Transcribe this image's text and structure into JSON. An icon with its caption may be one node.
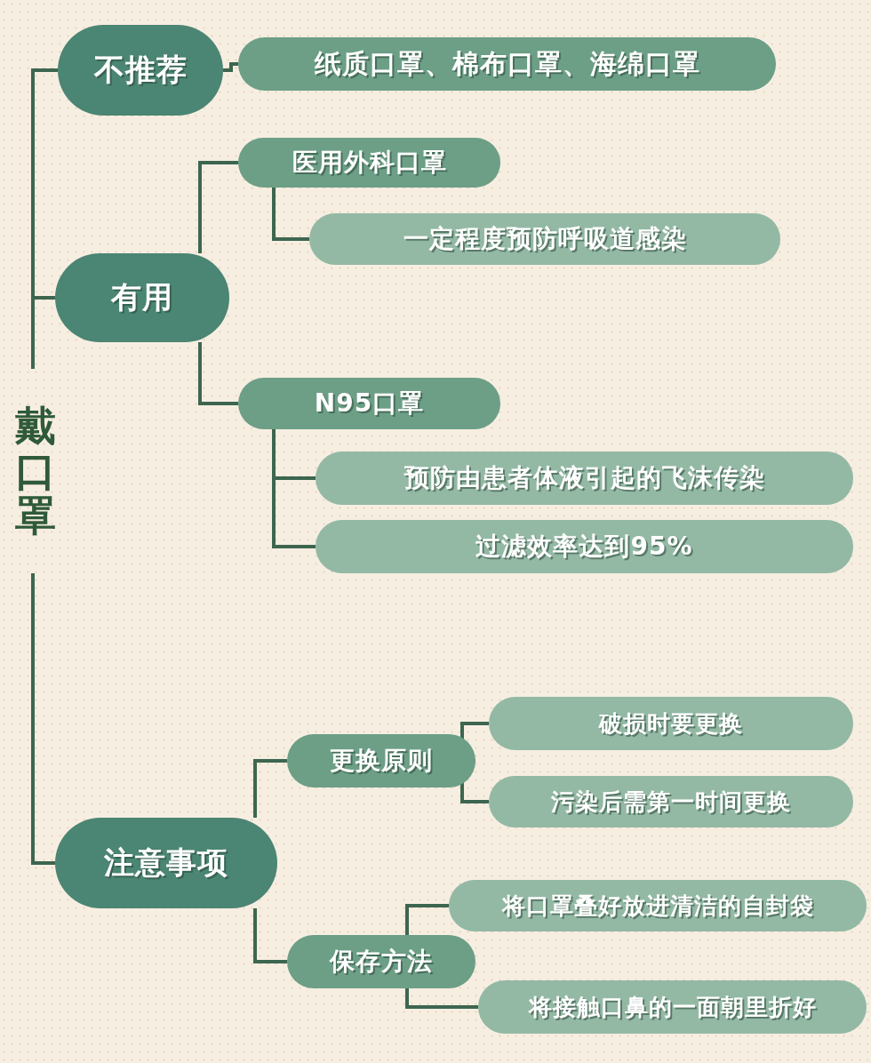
{
  "diagram": {
    "nodes": [
      {
        "text": [
          "戴口罩"
        ]
      },
      {
        "text": [
          "不推荐"
        ]
      },
      {
        "text": [
          "纸质口罩、棉布口罩、海绵口罩"
        ]
      },
      {
        "text": [
          "有用"
        ]
      },
      {
        "text": [
          "医用外科口罩"
        ]
      },
      {
        "text": [
          "一定程度预防呼吸道感染"
        ]
      },
      {
        "text": [
          "N95口罩"
        ]
      },
      {
        "text": [
          "预防由患者体液引起的飞沫传染"
        ]
      },
      {
        "text": [
          "过滤效率达到95%"
        ]
      },
      {
        "text": [
          "注意事项"
        ]
      },
      {
        "text": [
          "更换原则"
        ]
      },
      {
        "text": [
          "破损时要更换"
        ]
      },
      {
        "text": [
          "污染后需第一时间更换"
        ]
      },
      {
        "text": [
          "保存方法"
        ]
      },
      {
        "text": [
          "将口罩叠好放进清洁的自封袋"
        ]
      },
      {
        "text": [
          "将接触口鼻的一面朝里折好"
        ]
      }
    ],
    "edges": [
      {
        "from": 0,
        "to": 1,
        "arrow": "none"
      },
      {
        "from": 0,
        "to": 3,
        "arrow": "none"
      },
      {
        "from": 0,
        "to": 9,
        "arrow": "none"
      },
      {
        "from": 1,
        "to": 2,
        "arrow": "none"
      },
      {
        "from": 3,
        "to": 4,
        "arrow": "none"
      },
      {
        "from": 4,
        "to": 5,
        "arrow": "none"
      },
      {
        "from": 3,
        "to": 6,
        "arrow": "none"
      },
      {
        "from": 6,
        "to": 7,
        "arrow": "none"
      },
      {
        "from": 6,
        "to": 8,
        "arrow": "none"
      },
      {
        "from": 9,
        "to": 10,
        "arrow": "none"
      },
      {
        "from": 10,
        "to": 11,
        "arrow": "none"
      },
      {
        "from": 10,
        "to": 12,
        "arrow": "none"
      },
      {
        "from": 9,
        "to": 13,
        "arrow": "none"
      },
      {
        "from": 13,
        "to": 14,
        "arrow": "none"
      },
      {
        "from": 13,
        "to": 15,
        "arrow": "none"
      }
    ]
  }
}
